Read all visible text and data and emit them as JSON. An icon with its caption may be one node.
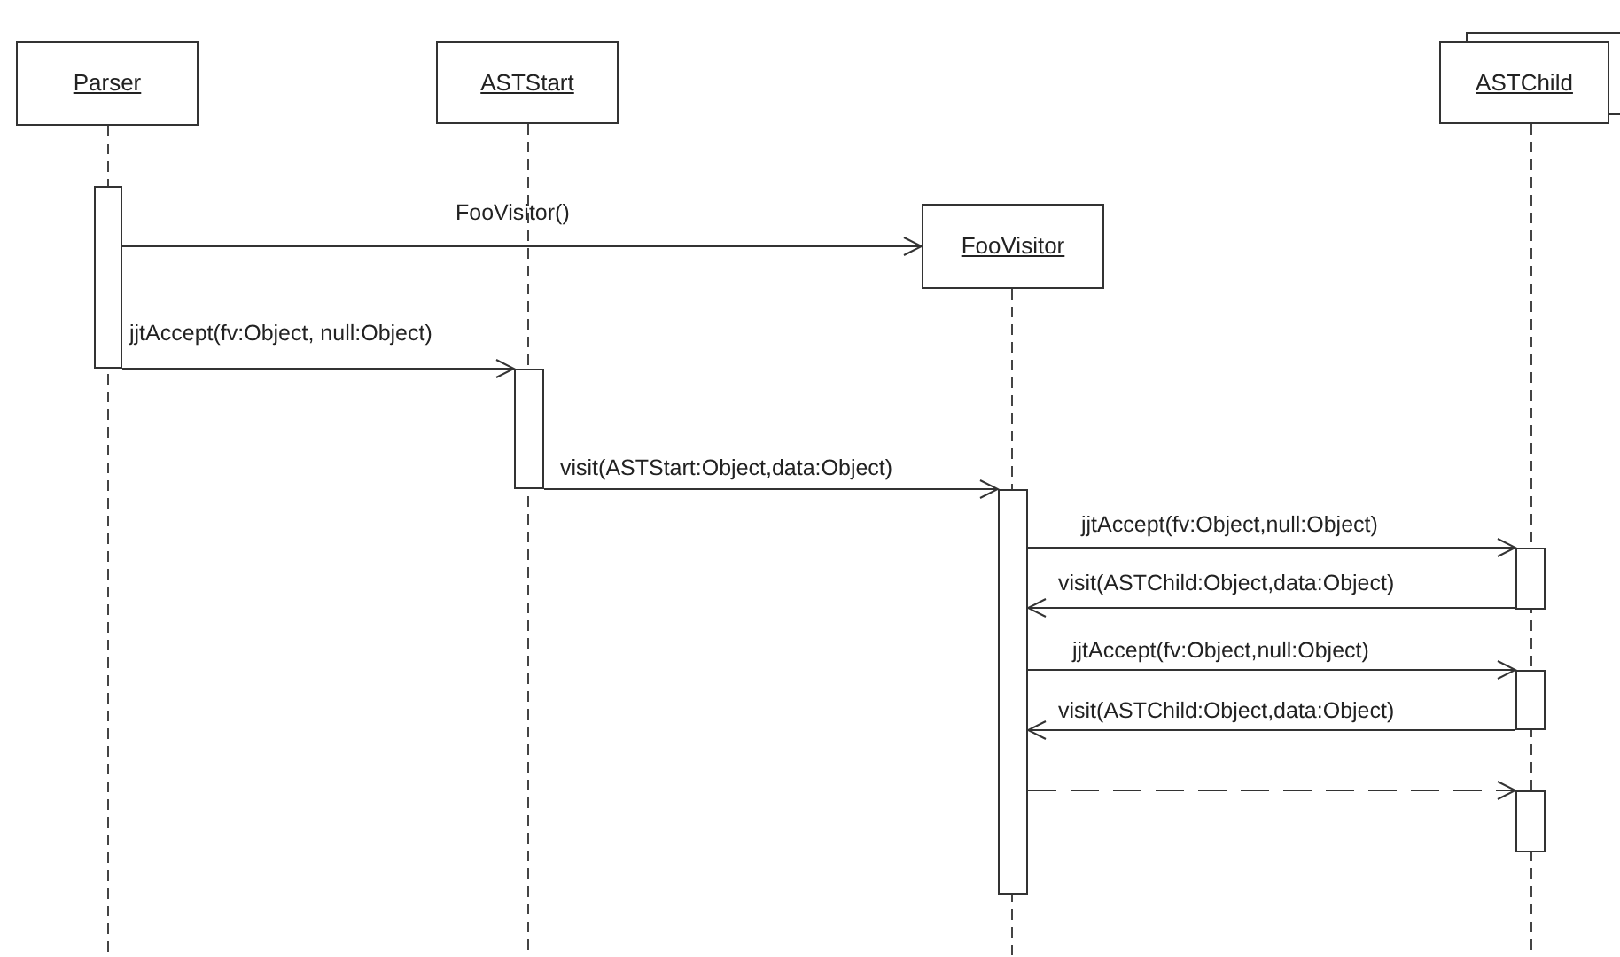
{
  "diagram": {
    "nodes": [
      {
        "text": [
          "Parser"
        ]
      },
      {
        "text": [
          "ASTStart"
        ]
      },
      {
        "text": [
          "FooVisitor"
        ]
      },
      {
        "text": [
          "ASTChild"
        ]
      },
      {
        "text": [],
        "shape": "bar"
      },
      {
        "text": [],
        "shape": "bar"
      },
      {
        "text": [],
        "shape": "bar"
      },
      {
        "text": [],
        "shape": "bar"
      },
      {
        "text": [],
        "shape": "bar"
      },
      {
        "text": [],
        "shape": "bar"
      }
    ],
    "edges": [
      {
        "from": 4,
        "to": 2,
        "arrow": "to",
        "label": "FooVisitor()"
      },
      {
        "from": 4,
        "to": 5,
        "arrow": "to",
        "label": "jjtAccept(fv:Object, null:Object)"
      },
      {
        "from": 5,
        "to": 6,
        "arrow": "to",
        "label": "visit(ASTStart:Object,data:Object)"
      },
      {
        "from": 6,
        "to": 7,
        "arrow": "to",
        "label": "jjtAccept(fv:Object,null:Object)"
      },
      {
        "from": 7,
        "to": 6,
        "arrow": "to",
        "label": "visit(ASTChild:Object,data:Object)"
      },
      {
        "from": 6,
        "to": 8,
        "arrow": "to",
        "label": "jjtAccept(fv:Object,null:Object)"
      },
      {
        "from": 8,
        "to": 6,
        "arrow": "to",
        "label": "visit(ASTChild:Object,data:Object)"
      },
      {
        "from": 6,
        "to": 9,
        "arrow": "to",
        "style": "dashed"
      }
    ]
  }
}
